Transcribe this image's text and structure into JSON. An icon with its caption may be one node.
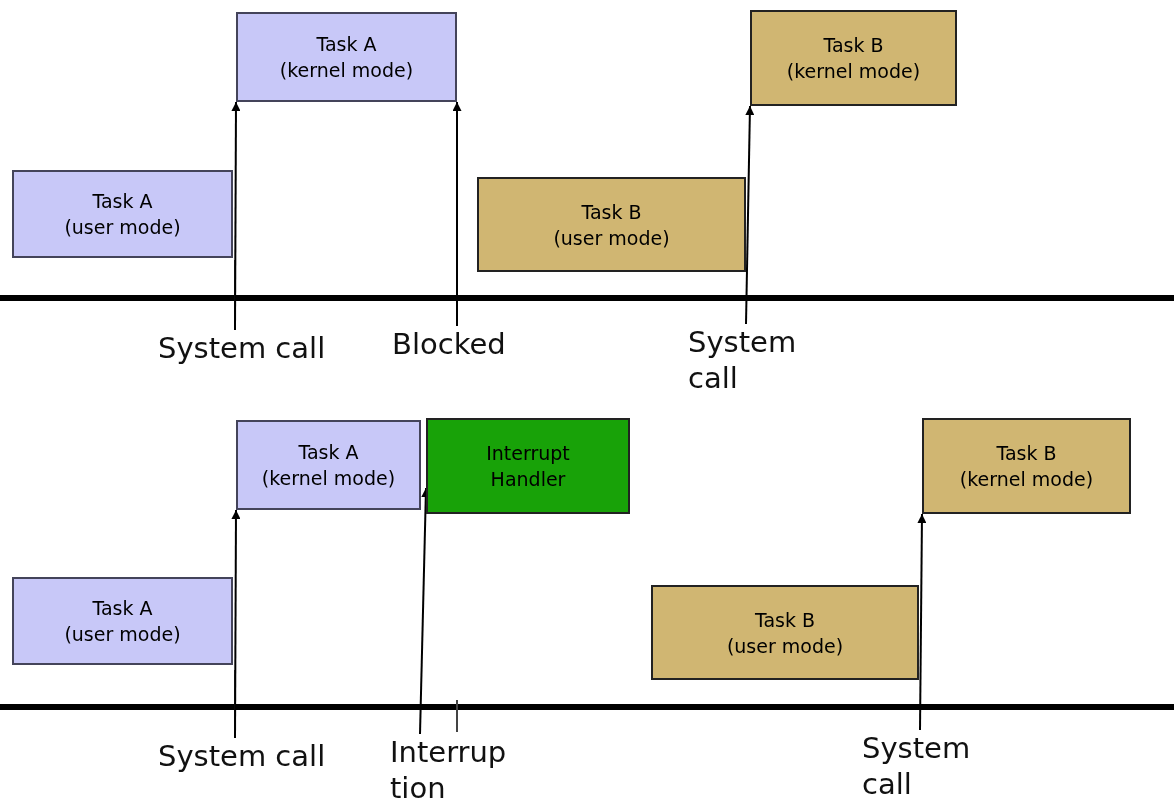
{
  "diagram": {
    "nodes": [
      {
        "text": [
          "Task A (kernel mode)"
        ]
      },
      {
        "text": [
          "Task B (kernel mode)"
        ]
      },
      {
        "text": [
          "Task A (user mode)"
        ]
      },
      {
        "text": [
          "Task B (user mode)"
        ]
      },
      {
        "text": [
          "System call"
        ]
      },
      {
        "text": [
          "Blocked"
        ]
      },
      {
        "text": [
          "System call"
        ]
      },
      {
        "text": [
          "Task A (kernel mode)"
        ]
      },
      {
        "text": [
          "Interrupt Handler"
        ]
      },
      {
        "text": [
          "Task B (kernel mode)"
        ]
      },
      {
        "text": [
          "Task A (user mode)"
        ]
      },
      {
        "text": [
          "Task B (user mode)"
        ]
      },
      {
        "text": [
          "System call"
        ]
      },
      {
        "text": [
          "Interrup tion"
        ]
      },
      {
        "text": [
          "System call"
        ]
      }
    ],
    "edges": [
      {
        "from": 4,
        "to": 0,
        "arrow": "to"
      },
      {
        "from": 5,
        "to": 0,
        "arrow": "to"
      },
      {
        "from": 6,
        "to": 1,
        "arrow": "to"
      },
      {
        "from": 12,
        "to": 7,
        "arrow": "to"
      },
      {
        "from": 13,
        "to": 8,
        "arrow": "to"
      },
      {
        "from": 14,
        "to": 9,
        "arrow": "to"
      }
    ]
  }
}
